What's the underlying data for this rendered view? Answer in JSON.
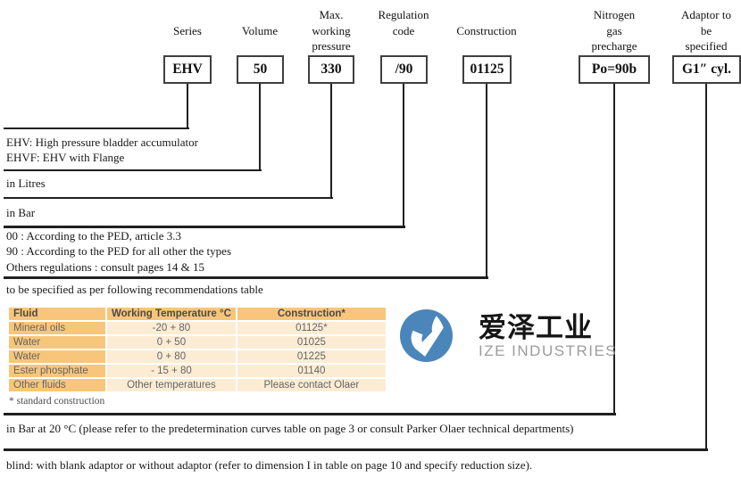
{
  "diagram": {
    "code_columns": [
      {
        "label": "Series",
        "value": "EHV"
      },
      {
        "label": "Volume",
        "value": "50"
      },
      {
        "label": "Max. working pressure",
        "value": "330"
      },
      {
        "label": "Regulation code",
        "value": "/90"
      },
      {
        "label": "Construction",
        "value": "01125"
      },
      {
        "label": "Nitrogen gas precharge",
        "value": "Po=90b"
      },
      {
        "label": "Adaptor to be specified",
        "value": "G1″ cyl."
      }
    ],
    "notes": {
      "series_1": "EHV:  High pressure bladder accumulator",
      "series_2": "EHVF: EHV with Flange",
      "volume": "in Litres",
      "pressure": "in Bar",
      "regulation_1": "00 : According to the PED, article 3.3",
      "regulation_2": "90 : According to the PED for all other the types",
      "regulation_3": "Others regulations : consult pages 14 & 15",
      "construction": "to be specified as per following recommendations table",
      "precharge": "in Bar at 20 °C (please refer to the predetermination curves table on page 3 or consult Parker Olaer technical departments)",
      "adaptor": "blind: with blank adaptor or without adaptor (refer to dimension I in table on page 10 and specify reduction size)."
    }
  },
  "fluid_table": {
    "headers": [
      "Fluid",
      "Working Temperature °C",
      "Construction*"
    ],
    "rows": [
      [
        "Mineral oils",
        "-20 + 80",
        "01125*"
      ],
      [
        "Water",
        "0 + 50",
        "01025"
      ],
      [
        "Water",
        "0 + 80",
        "01225"
      ],
      [
        "Ester phosphate",
        "- 15 + 80",
        "01140"
      ],
      [
        "Other fluids",
        "Other temperatures",
        "Please contact Olaer"
      ]
    ],
    "footnote": "* standard construction",
    "colors": {
      "header_bg": "#f8c67a",
      "row_label_bg": "#f8c67a",
      "cell_bg": "#fdecd4"
    }
  },
  "logo": {
    "name_cn": "爱泽工业",
    "name_en": "IZE INDUSTRIES",
    "mark_color": "#4a86ba"
  }
}
